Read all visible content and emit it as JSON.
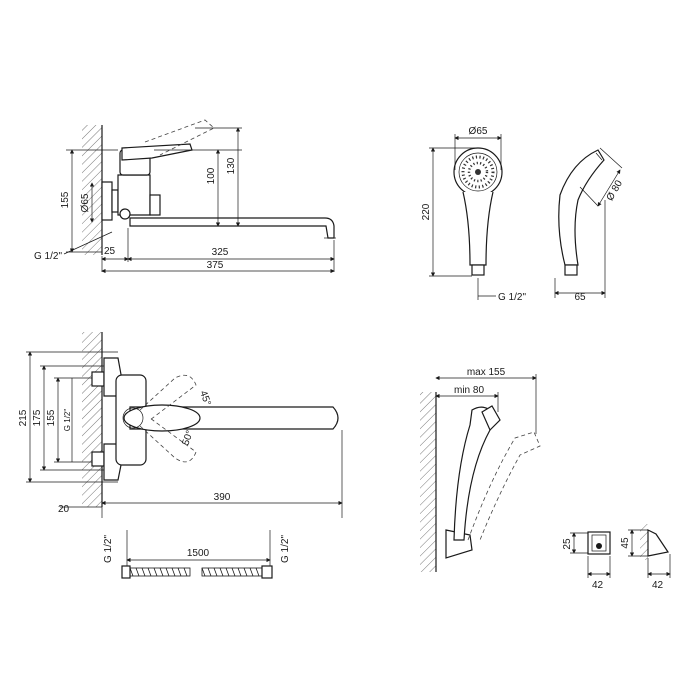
{
  "top_faucet": {
    "h155": "155",
    "d65": "Ø65",
    "h100": "100",
    "h130": "130",
    "thread": "G 1/2\"",
    "w25": "25",
    "w325": "325",
    "w375": "375"
  },
  "hand_shower": {
    "d65": "Ø65",
    "h220": "220",
    "thread": "G 1/2\"",
    "d80": "Ø 80",
    "w65": "65"
  },
  "plan_view": {
    "h215": "215",
    "h175": "175",
    "h155": "155",
    "thread": "G 1/2\"",
    "a45": "45°",
    "a50": "50°",
    "w20": "20",
    "w390": "390"
  },
  "hose": {
    "thread_left": "G 1/2\"",
    "length": "1500",
    "thread_right": "G 1/2\""
  },
  "holder_angle": {
    "max": "max 155",
    "min": "min 80"
  },
  "holder": {
    "h25": "25",
    "w42a": "42",
    "h45": "45",
    "w42b": "42"
  }
}
